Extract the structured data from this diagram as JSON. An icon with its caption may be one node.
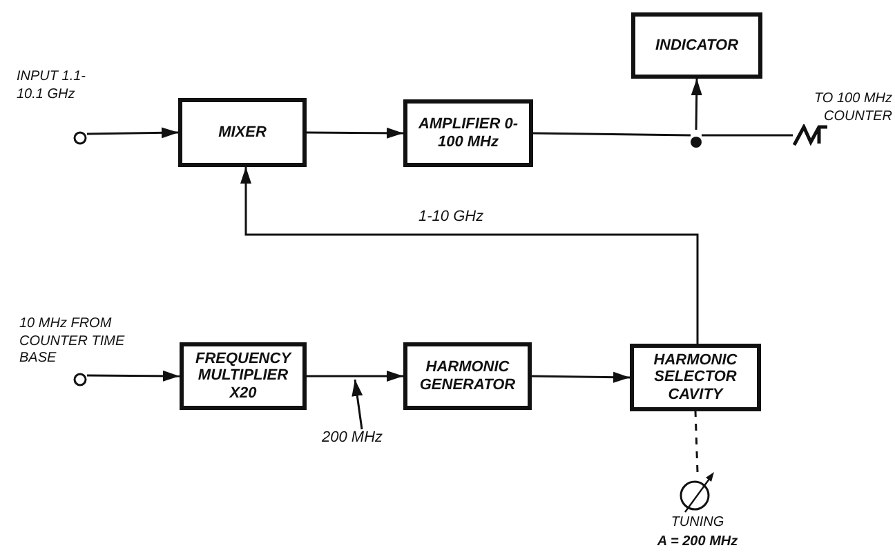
{
  "diagram": {
    "nodes": [
      {
        "text": [],
        "shape": "circle",
        "beside": [
          "INPUT 1.1-10.1 GHz"
        ]
      },
      {
        "text": [
          "MIXER"
        ]
      },
      {
        "text": [
          "AMPLIFIER 0-100 MHz"
        ]
      },
      {
        "text": [
          "INDICATOR"
        ]
      },
      {
        "text": [],
        "shape": "circle"
      },
      {
        "text": [],
        "shape": "connector",
        "beside": [
          "TO 100 MHz COUNTER"
        ]
      },
      {
        "text": [],
        "shape": "circle",
        "beside": [
          "10 MHz FROM COUNTER TIME BASE"
        ]
      },
      {
        "text": [
          "FREQUENCY MULTIPLIER X20"
        ]
      },
      {
        "text": [
          "HARMONIC GENERATOR"
        ]
      },
      {
        "text": [
          "HARMONIC SELECTOR CAVITY"
        ]
      },
      {
        "text": [],
        "shape": "circle",
        "beside": [
          "TUNING",
          "A = 200 MHz"
        ]
      },
      {
        "text": [
          "200 MHz"
        ]
      }
    ],
    "edges": [
      {
        "from": 0,
        "to": 1,
        "arrow": "to"
      },
      {
        "from": 1,
        "to": 2,
        "arrow": "to"
      },
      {
        "from": 2,
        "to": 4,
        "arrow": "none"
      },
      {
        "from": 4,
        "to": 3,
        "arrow": "to"
      },
      {
        "from": 4,
        "to": 5,
        "arrow": "none"
      },
      {
        "from": 9,
        "to": 1,
        "arrow": "to",
        "label": "1-10 GHz"
      },
      {
        "from": 6,
        "to": 7,
        "arrow": "to"
      },
      {
        "from": 7,
        "to": 8,
        "arrow": "to"
      },
      {
        "from": 8,
        "to": 9,
        "arrow": "to"
      },
      {
        "from": 10,
        "to": 9,
        "arrow": "none",
        "style": "dashed"
      },
      {
        "from": 11,
        "to": null,
        "arrow": "to"
      }
    ]
  }
}
